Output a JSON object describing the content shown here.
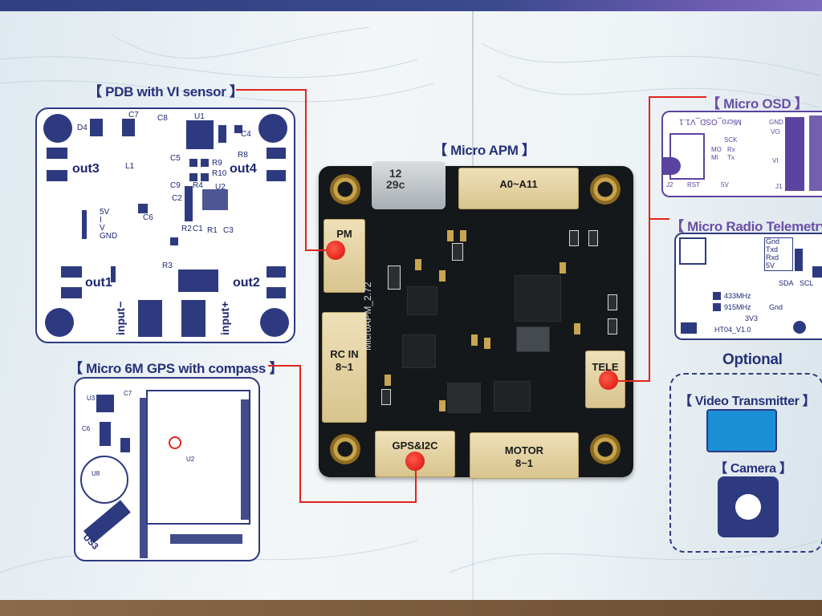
{
  "labels": {
    "pdb": "【 PDB with VI sensor 】",
    "gps": "【 Micro 6M GPS with compass 】",
    "apm": "【 Micro APM 】",
    "osd": "【 Micro OSD 】",
    "radio": "【 Micro Radio Telemetry",
    "optional": "Optional",
    "vtx": "【 Video Transmitter 】",
    "camera": "【 Camera 】"
  },
  "pdb_board": {
    "out1": "out1",
    "out2": "out2",
    "out3": "out3",
    "out4": "out4",
    "input_minus": "input−",
    "input_plus": "input+",
    "pins": "5V\nI\nV\nGND",
    "refs": {
      "d4": "D4",
      "c7": "C7",
      "c8": "C8",
      "u1": "U1",
      "c4": "C4",
      "r8": "R8",
      "c5": "C5",
      "r9": "R9",
      "r10": "R10",
      "l1": "L1",
      "c9": "C9",
      "r4": "R4",
      "c2": "C2",
      "u2": "U2",
      "c6": "C6",
      "r2": "R2",
      "c1": "C1",
      "r1": "R1",
      "c3": "C3",
      "r3": "R3"
    }
  },
  "gps_board": {
    "refs": {
      "u3": "U3",
      "c7": "C7",
      "c6": "C6",
      "u2": "U2",
      "u8": "U8",
      "us3": "US3"
    }
  },
  "apm_board": {
    "usb": "12\n29c",
    "silk": "MicroAPM_2.72",
    "connectors": {
      "a0": "A0~A11",
      "pm": "PM",
      "rcin": "RC IN\n8~1",
      "gps": "GPS&I2C",
      "motor": "MOTOR\n8~1",
      "tele": "TELE"
    }
  },
  "osd_board": {
    "title": "Micro_OSD_V1.1",
    "refs": {
      "sck": "SCK",
      "mo": "MO",
      "mi": "MI",
      "rx": "Rx",
      "tx": "Tx",
      "j2": "J2",
      "rst": "RST",
      "v5": "5V",
      "gnd": "GND",
      "vi": "VI",
      "vo": "VO",
      "j1": "J1"
    }
  },
  "radio_board": {
    "pins": [
      "Gnd",
      "Txd",
      "Rxd",
      "5V"
    ],
    "sda": "SDA",
    "scl": "SCL",
    "f433": "433MHz",
    "f915": "915MHz",
    "gnd": "Gnd",
    "v3": "3V3",
    "model": "HT04_V1.0"
  },
  "colors": {
    "navy": "#2e3a80",
    "purple": "#5b43a0",
    "red": "#e1241c",
    "vtx_blue": "#1b8fd6"
  }
}
